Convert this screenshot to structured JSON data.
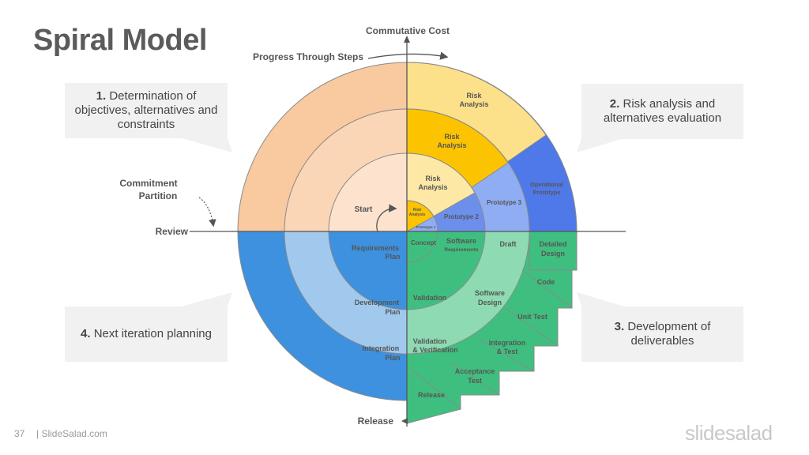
{
  "title": "Spiral Model",
  "callouts": [
    {
      "num": "1.",
      "text": "Determination of objectives, alternatives and constraints"
    },
    {
      "num": "2.",
      "text": "Risk analysis and alternatives evaluation"
    },
    {
      "num": "3.",
      "text": "Development of deliverables"
    },
    {
      "num": "4.",
      "text": "Next iteration planning"
    }
  ],
  "axes": {
    "top": "Commutative Cost",
    "progress": "Progress Through Steps",
    "left": "Review",
    "bottom": "Release",
    "commitment_line1": "Commitment",
    "commitment_line2": "Partition"
  },
  "quadrant1": {
    "start": "Start"
  },
  "quadrant2": {
    "risk_outer_1": "Risk",
    "risk_outer_2": "Analysis",
    "risk_mid_1": "Risk",
    "risk_mid_2": "Analysis",
    "risk_inner_1": "Risk",
    "risk_inner_2": "Analysis",
    "risk_core_1": "Risk",
    "risk_core_2": "Analysis",
    "prototype1": "Prototype 1",
    "prototype2": "Prototype 2",
    "prototype3": "Prototype 3",
    "operational_1": "Operational",
    "operational_2": "Prototype"
  },
  "quadrant3": {
    "concept": "Concept",
    "software_req_1": "Software",
    "software_req_2": "Requirements",
    "validation": "Validation",
    "draft": "Draft",
    "software_design_1": "Software",
    "software_design_2": "Design",
    "val_ver_1": "Validation",
    "val_ver_2": "& Verification",
    "detailed_1": "Detailed",
    "detailed_2": "Design",
    "code": "Code",
    "unit_test": "Unit Test",
    "integration_1": "Integration",
    "integration_2": "& Test",
    "acceptance_1": "Acceptance",
    "acceptance_2": "Test",
    "release": "Release"
  },
  "quadrant4": {
    "req_plan_1": "Requirements",
    "req_plan_2": "Plan",
    "dev_plan_1": "Development",
    "dev_plan_2": "Plan",
    "int_plan_1": "Integration",
    "int_plan_2": "Plan"
  },
  "colors": {
    "q1_outer": "#f9c9a0",
    "q1_mid": "#fbd6b6",
    "q1_inner": "#fde3cd",
    "q2_outer": "#fde08a",
    "q2_mid": "#fcc400",
    "q2_inner": "#fde8a6",
    "q2_blue_outer": "#4f79e8",
    "q2_blue_mid": "#8fadf2",
    "q2_blue_inner": "#6d8fec",
    "q3_green": "#3fbf7f",
    "q3_light": "#8ddab3",
    "q3_step": "#7fd4a8",
    "q4_outer": "#3d91de",
    "q4_mid": "#a1c9ee",
    "q4_inner": "#3d91de"
  },
  "footer": {
    "page": "37",
    "site": "| SlideSalad.com",
    "brand": "slidesalad"
  }
}
